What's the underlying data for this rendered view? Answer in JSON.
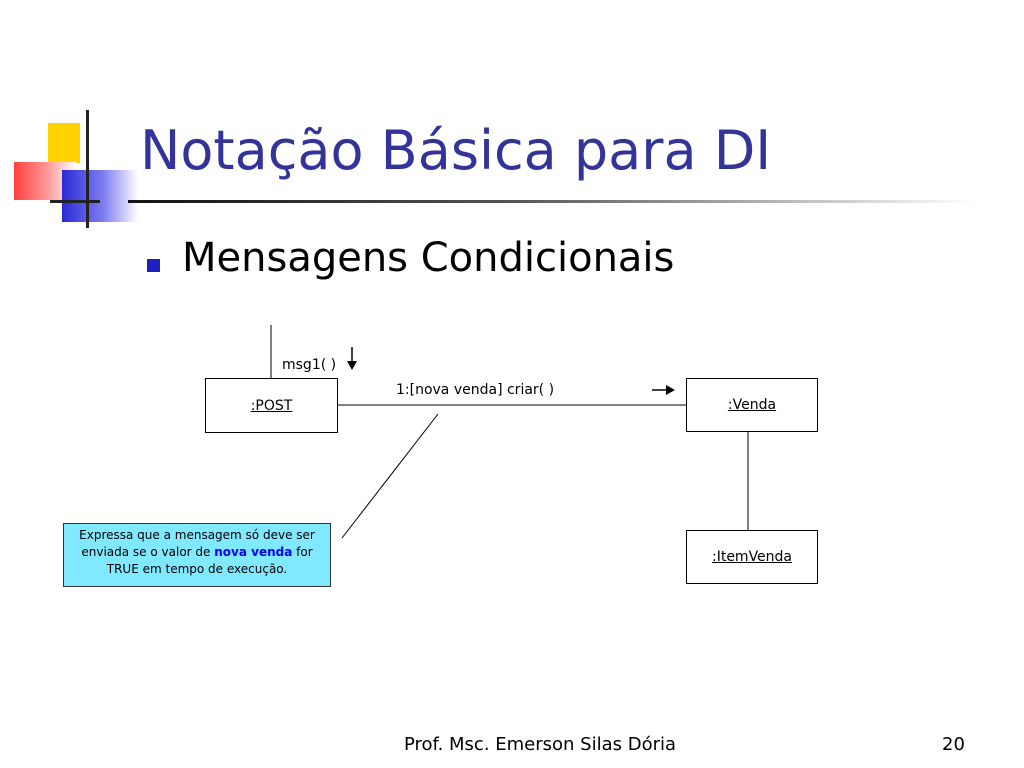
{
  "slide": {
    "title": "Notação Básica para DI",
    "bullet": "Mensagens Condicionais",
    "footer": "Prof. Msc. Emerson Silas Dória",
    "page_number": "20"
  },
  "diagram": {
    "objects": {
      "post": ":POST",
      "venda": ":Venda",
      "itemvenda": ":ItemVenda"
    },
    "messages": {
      "msg1": "msg1( )",
      "criar": "1:[nova venda] criar( )"
    },
    "note": {
      "part1": "Expressa que a mensagem só deve ser enviada se o valor de ",
      "highlight": "nova venda",
      "part2": " for TRUE em tempo de execução."
    }
  }
}
